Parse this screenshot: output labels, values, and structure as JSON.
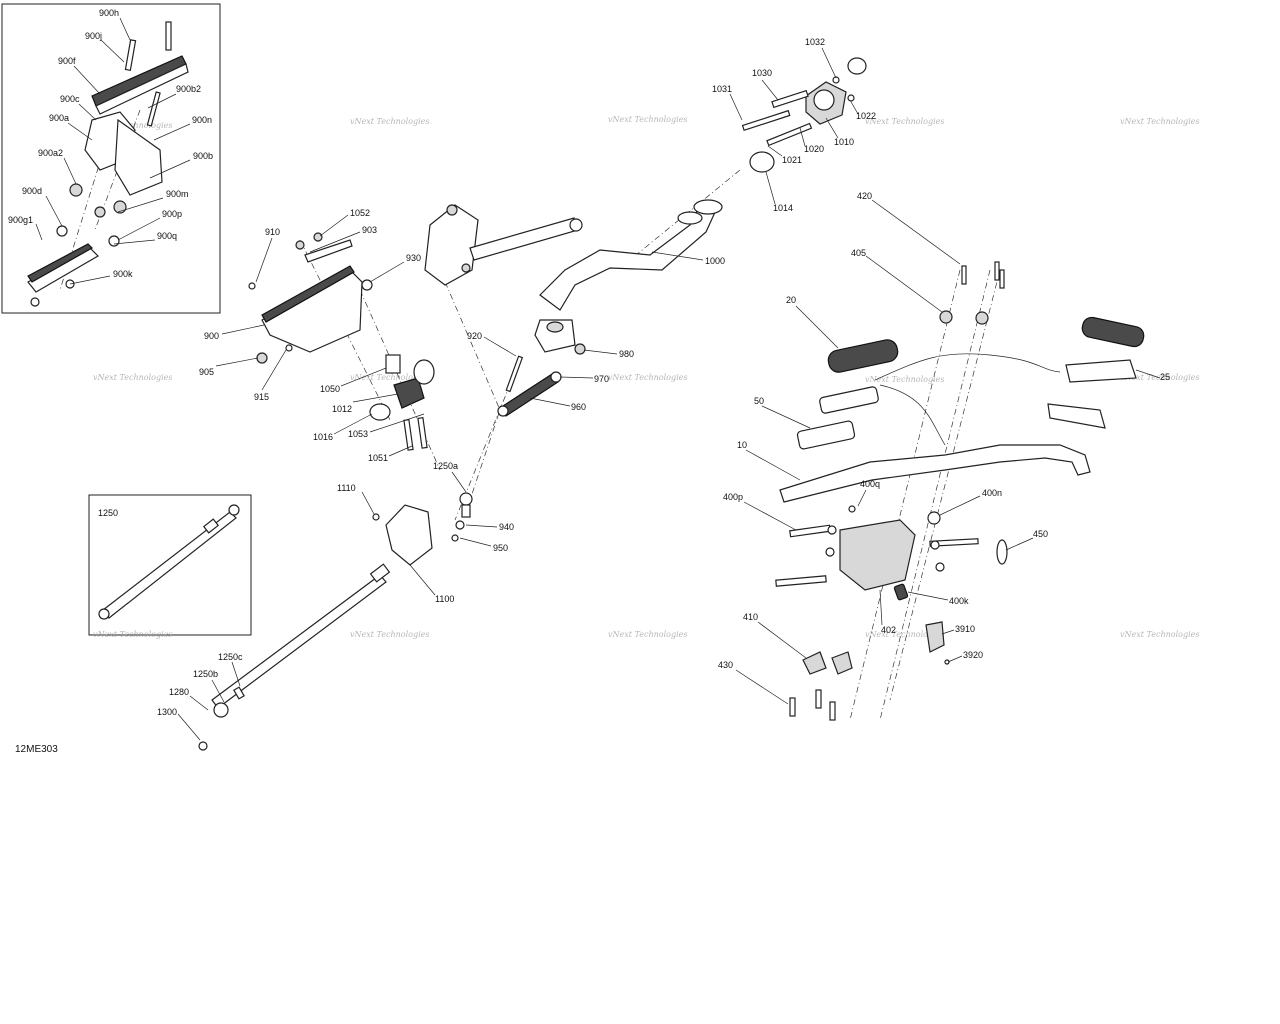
{
  "diagram": {
    "code": "12ME303",
    "watermark": "vNext Technologies",
    "colors": {
      "line": "#222222",
      "label": "#111111",
      "watermark": "#9aa0a6"
    },
    "labels": [
      "900h",
      "900j",
      "900f",
      "900c",
      "900b2",
      "900a",
      "900n",
      "900a2",
      "900b",
      "900d",
      "900m",
      "900p",
      "900g1",
      "900q",
      "900k",
      "910",
      "1052",
      "903",
      "930",
      "900",
      "905",
      "915",
      "1050",
      "1012",
      "1016",
      "1053",
      "1051",
      "920",
      "980",
      "970",
      "960",
      "1000",
      "1250a",
      "1110",
      "940",
      "950",
      "1100",
      "1250",
      "1250c",
      "1250b",
      "1280",
      "1300",
      "1032",
      "1030",
      "1031",
      "1022",
      "1010",
      "1020",
      "1021",
      "1014",
      "420",
      "405",
      "20",
      "25",
      "50",
      "10",
      "400q",
      "400n",
      "400p",
      "450",
      "400k",
      "410",
      "402",
      "3910",
      "3920",
      "430"
    ]
  }
}
